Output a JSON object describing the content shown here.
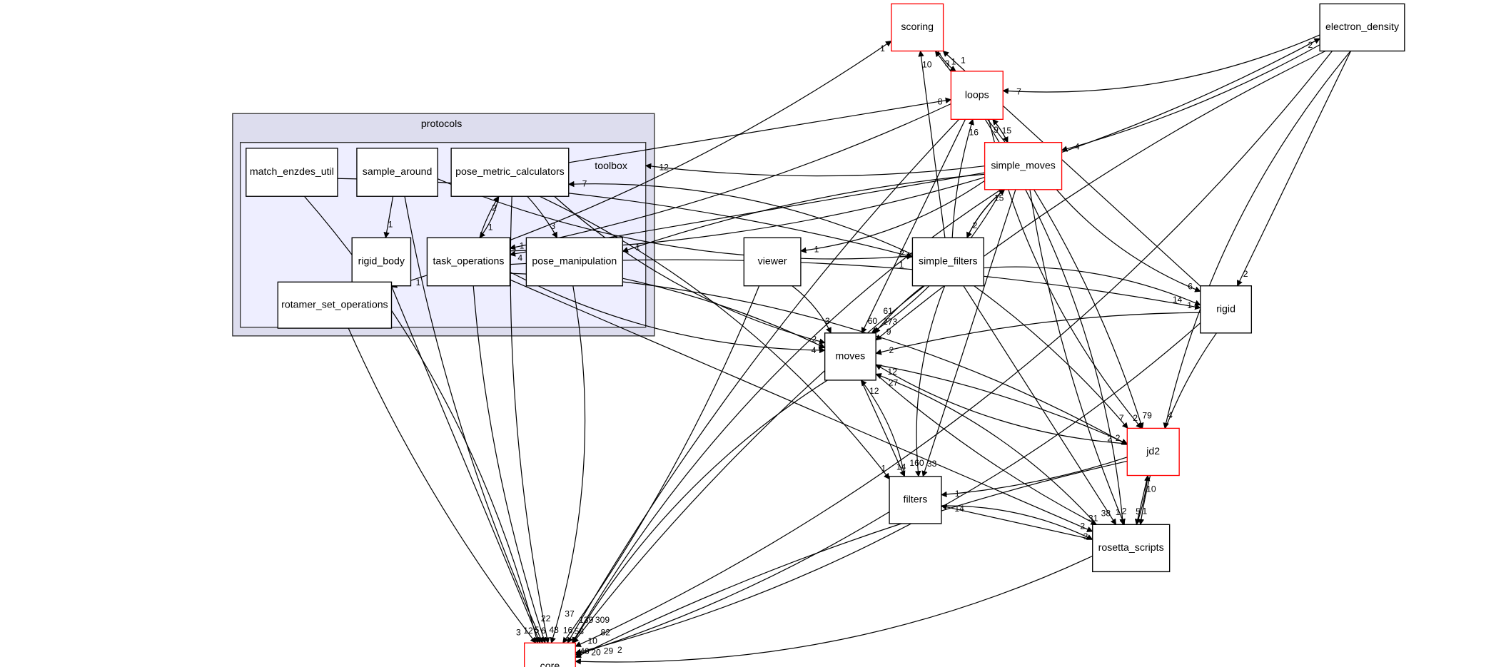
{
  "graph": {
    "clusters": [
      {
        "id": "protocols",
        "label": "protocols",
        "fill": "#ddddee"
      },
      {
        "id": "toolbox",
        "label": "toolbox",
        "fill": "#eeeeff"
      }
    ],
    "nodes": [
      {
        "id": "match_enzdes_util",
        "label": "match_enzdes_util",
        "highlighted": false
      },
      {
        "id": "sample_around",
        "label": "sample_around",
        "highlighted": false
      },
      {
        "id": "pose_metric_calculators",
        "label": "pose_metric_calculators",
        "highlighted": false
      },
      {
        "id": "rigid_body",
        "label": "rigid_body",
        "highlighted": false
      },
      {
        "id": "task_operations",
        "label": "task_operations",
        "highlighted": false
      },
      {
        "id": "pose_manipulation",
        "label": "pose_manipulation",
        "highlighted": false
      },
      {
        "id": "rotamer_set_operations",
        "label": "rotamer_set_operations",
        "highlighted": false
      },
      {
        "id": "scoring",
        "label": "scoring",
        "highlighted": true
      },
      {
        "id": "electron_density",
        "label": "electron_density",
        "highlighted": false
      },
      {
        "id": "loops",
        "label": "loops",
        "highlighted": true
      },
      {
        "id": "simple_moves",
        "label": "simple_moves",
        "highlighted": true
      },
      {
        "id": "viewer",
        "label": "viewer",
        "highlighted": false
      },
      {
        "id": "simple_filters",
        "label": "simple_filters",
        "highlighted": false
      },
      {
        "id": "rigid",
        "label": "rigid",
        "highlighted": false
      },
      {
        "id": "moves",
        "label": "moves",
        "highlighted": false
      },
      {
        "id": "jd2",
        "label": "jd2",
        "highlighted": true
      },
      {
        "id": "filters",
        "label": "filters",
        "highlighted": false
      },
      {
        "id": "rosetta_scripts",
        "label": "rosetta_scripts",
        "highlighted": false
      },
      {
        "id": "core",
        "label": "core",
        "highlighted": true
      }
    ],
    "edges": [
      {
        "from": "match_enzdes_util",
        "to": "core",
        "label": "5"
      },
      {
        "from": "match_enzdes_util",
        "to": "simple_filters",
        "label": "2"
      },
      {
        "from": "sample_around",
        "to": "rigid_body",
        "label": "1"
      },
      {
        "from": "sample_around",
        "to": "core",
        "label": "6"
      },
      {
        "from": "sample_around",
        "to": "simple_filters",
        "label": "1"
      },
      {
        "from": "pose_metric_calculators",
        "to": "task_operations",
        "label": "1"
      },
      {
        "from": "pose_metric_calculators",
        "to": "pose_manipulation",
        "label": "3"
      },
      {
        "from": "pose_metric_calculators",
        "to": "loops",
        "label": "8"
      },
      {
        "from": "pose_metric_calculators",
        "to": "core",
        "label": "48"
      },
      {
        "from": "pose_metric_calculators",
        "to": "moves",
        "label": "2"
      },
      {
        "from": "pose_metric_calculators",
        "to": "filters",
        "label": "1"
      },
      {
        "from": "task_operations",
        "to": "pose_metric_calculators",
        "label": "2"
      },
      {
        "from": "task_operations",
        "to": "rotamer_set_operations",
        "label": "1"
      },
      {
        "from": "task_operations",
        "to": "core",
        "label": "22"
      },
      {
        "from": "task_operations",
        "to": "moves",
        "label": "4"
      },
      {
        "from": "task_operations",
        "to": "jd2",
        "label": "2"
      },
      {
        "from": "task_operations",
        "to": "rigid",
        "label": "1"
      },
      {
        "from": "task_operations",
        "to": "rosetta_scripts",
        "label": "2"
      },
      {
        "from": "task_operations",
        "to": "scoring",
        "label": "1"
      },
      {
        "from": "task_operations",
        "to": "electron_density",
        "label": "2"
      },
      {
        "from": "pose_manipulation",
        "to": "core",
        "label": "16"
      },
      {
        "from": "pose_manipulation",
        "to": "moves",
        "label": "6"
      },
      {
        "from": "rigid_body",
        "to": "core",
        "label": "12"
      },
      {
        "from": "rotamer_set_operations",
        "to": "core",
        "label": "3"
      },
      {
        "from": "scoring",
        "to": "loops",
        "label": "3"
      },
      {
        "from": "electron_density",
        "to": "loops",
        "label": "7"
      },
      {
        "from": "electron_density",
        "to": "simple_moves",
        "label": "4"
      },
      {
        "from": "electron_density",
        "to": "rigid",
        "label": "2"
      },
      {
        "from": "electron_density",
        "to": "moves",
        "label": "9"
      },
      {
        "from": "electron_density",
        "to": "jd2",
        "label": "4"
      },
      {
        "from": "electron_density",
        "to": "core",
        "label": "10"
      },
      {
        "from": "loops",
        "to": "simple_moves",
        "label": "15"
      },
      {
        "from": "loops",
        "to": "moves",
        "label": "60"
      },
      {
        "from": "loops",
        "to": "core",
        "label": "58"
      },
      {
        "from": "loops",
        "to": "jd2",
        "label": "2"
      },
      {
        "from": "loops",
        "to": "rosetta_scripts",
        "label": "2"
      },
      {
        "from": "loops",
        "to": "task_operations",
        "label": "1"
      },
      {
        "from": "simple_moves",
        "to": "scoring",
        "label": "1"
      },
      {
        "from": "simple_moves",
        "to": "loops",
        "label": "9"
      },
      {
        "from": "simple_moves",
        "to": "simple_filters",
        "label": "2"
      },
      {
        "from": "simple_moves",
        "to": "viewer",
        "label": "1"
      },
      {
        "from": "simple_moves",
        "to": "toolbox",
        "label": "12"
      },
      {
        "from": "simple_moves",
        "to": "task_operations",
        "label": "4"
      },
      {
        "from": "simple_moves",
        "to": "pose_manipulation",
        "label": "1"
      },
      {
        "from": "simple_moves",
        "to": "rigid",
        "label": "6"
      },
      {
        "from": "simple_moves",
        "to": "moves",
        "label": "273"
      },
      {
        "from": "simple_moves",
        "to": "jd2",
        "label": "79"
      },
      {
        "from": "simple_moves",
        "to": "filters",
        "label": "33"
      },
      {
        "from": "simple_moves",
        "to": "rosetta_scripts",
        "label": "1"
      },
      {
        "from": "simple_moves",
        "to": "core",
        "label": "139"
      },
      {
        "from": "simple_filters",
        "to": "simple_moves",
        "label": "15"
      },
      {
        "from": "simple_filters",
        "to": "loops",
        "label": "16"
      },
      {
        "from": "simple_filters",
        "to": "scoring",
        "label": "10"
      },
      {
        "from": "simple_filters",
        "to": "moves",
        "label": "61"
      },
      {
        "from": "simple_filters",
        "to": "filters",
        "label": "160"
      },
      {
        "from": "simple_filters",
        "to": "rigid",
        "label": "14"
      },
      {
        "from": "simple_filters",
        "to": "jd2",
        "label": "7"
      },
      {
        "from": "simple_filters",
        "to": "rosetta_scripts",
        "label": "38"
      },
      {
        "from": "simple_filters",
        "to": "core",
        "label": "82"
      },
      {
        "from": "simple_filters",
        "to": "pose_metric_calculators",
        "label": "7"
      },
      {
        "from": "viewer",
        "to": "moves",
        "label": "3"
      },
      {
        "from": "viewer",
        "to": "core",
        "label": "37"
      },
      {
        "from": "rigid",
        "to": "scoring",
        "label": "1"
      },
      {
        "from": "rigid",
        "to": "moves",
        "label": "2"
      },
      {
        "from": "rigid",
        "to": "rosetta_scripts",
        "label": "1"
      },
      {
        "from": "rigid",
        "to": "core",
        "label": "20"
      },
      {
        "from": "moves",
        "to": "jd2",
        "label": "2"
      },
      {
        "from": "moves",
        "to": "filters",
        "label": "14"
      },
      {
        "from": "moves",
        "to": "rosetta_scripts",
        "label": "31"
      },
      {
        "from": "moves",
        "to": "core",
        "label": "309"
      },
      {
        "from": "jd2",
        "to": "moves",
        "label": "12"
      },
      {
        "from": "jd2",
        "to": "filters",
        "label": "1"
      },
      {
        "from": "jd2",
        "to": "rosetta_scripts",
        "label": "5"
      },
      {
        "from": "jd2",
        "to": "core",
        "label": "40"
      },
      {
        "from": "filters",
        "to": "moves",
        "label": "12"
      },
      {
        "from": "filters",
        "to": "rosetta_scripts",
        "label": "3"
      },
      {
        "from": "filters",
        "to": "core",
        "label": "29"
      },
      {
        "from": "rosetta_scripts",
        "to": "filters",
        "label": "14"
      },
      {
        "from": "rosetta_scripts",
        "to": "jd2",
        "label": "10"
      },
      {
        "from": "rosetta_scripts",
        "to": "moves",
        "label": "27"
      },
      {
        "from": "rosetta_scripts",
        "to": "core",
        "label": "2"
      }
    ]
  }
}
